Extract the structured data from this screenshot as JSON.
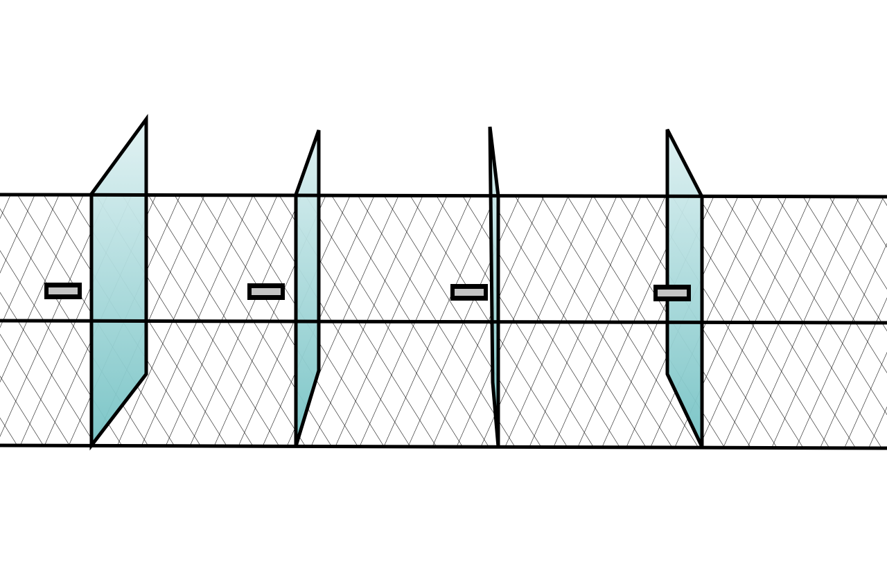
{
  "colors": {
    "background": "#ffffff",
    "outline": "#000000",
    "mesh_line": "#000000",
    "fin_top": "#e2f2f3",
    "fin_bottom": "#74c2c4",
    "bracket_fill": "#c4c4c4"
  },
  "net": {
    "rows": 2,
    "panels": 5,
    "pattern": "diagonal-mesh"
  },
  "fins": [
    {
      "id": 1,
      "shape": "swept-angled"
    },
    {
      "id": 2,
      "shape": "slim-angled"
    },
    {
      "id": 3,
      "shape": "edge-on"
    },
    {
      "id": 4,
      "shape": "reverse-angled"
    }
  ],
  "brackets": [
    {
      "id": 1,
      "icon": "bracket-icon"
    },
    {
      "id": 2,
      "icon": "bracket-icon"
    },
    {
      "id": 3,
      "icon": "bracket-icon"
    },
    {
      "id": 4,
      "icon": "bracket-icon"
    }
  ]
}
